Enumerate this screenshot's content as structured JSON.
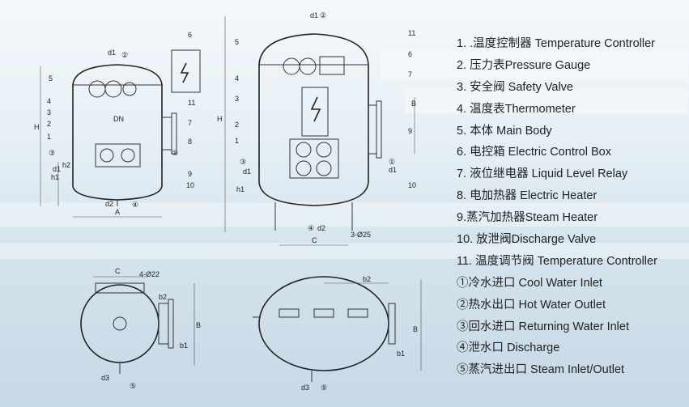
{
  "legend": [
    "1. .温度控制器 Temperature Controller",
    "2. 压力表Pressure Gauge",
    "3. 安全阀 Safety Valve",
    "4. 温度表Thermometer",
    "5. 本体 Main Body",
    "6. 电控箱 Electric Control Box",
    "7. 液位继电器 Liquid Level Relay",
    "8. 电加热器 Electric Heater",
    "9.蒸汽加热器Steam Heater",
    "10. 放泄阀Discharge Valve",
    "11. 温度调节阀 Temperature Controller",
    "①冷水进口 Cool Water Inlet",
    "②热水出口 Hot Water Outlet",
    "③回水进口 Returning Water Inlet",
    "④泄水口 Discharge",
    "⑤蒸汽进出口 Steam Inlet/Outlet"
  ],
  "labels": {
    "H": "H",
    "DN": "DN",
    "h2": "h2",
    "h1": "h1",
    "A": "A",
    "d1": "d1",
    "d2": "d2",
    "C": "C",
    "holes3": "3-Ø25",
    "holes4": "4-Ø22",
    "b2": "b2",
    "B": "B",
    "b1": "b1",
    "d3": "d3",
    "n1": "1",
    "n2": "2",
    "n3": "3",
    "n4": "4",
    "n5": "5",
    "n6": "6",
    "n7": "7",
    "n8": "8",
    "n9": "9",
    "n10": "10",
    "n11": "11",
    "c1": "①",
    "c2": "②",
    "c3": "③",
    "c4": "④",
    "c5": "⑤"
  }
}
